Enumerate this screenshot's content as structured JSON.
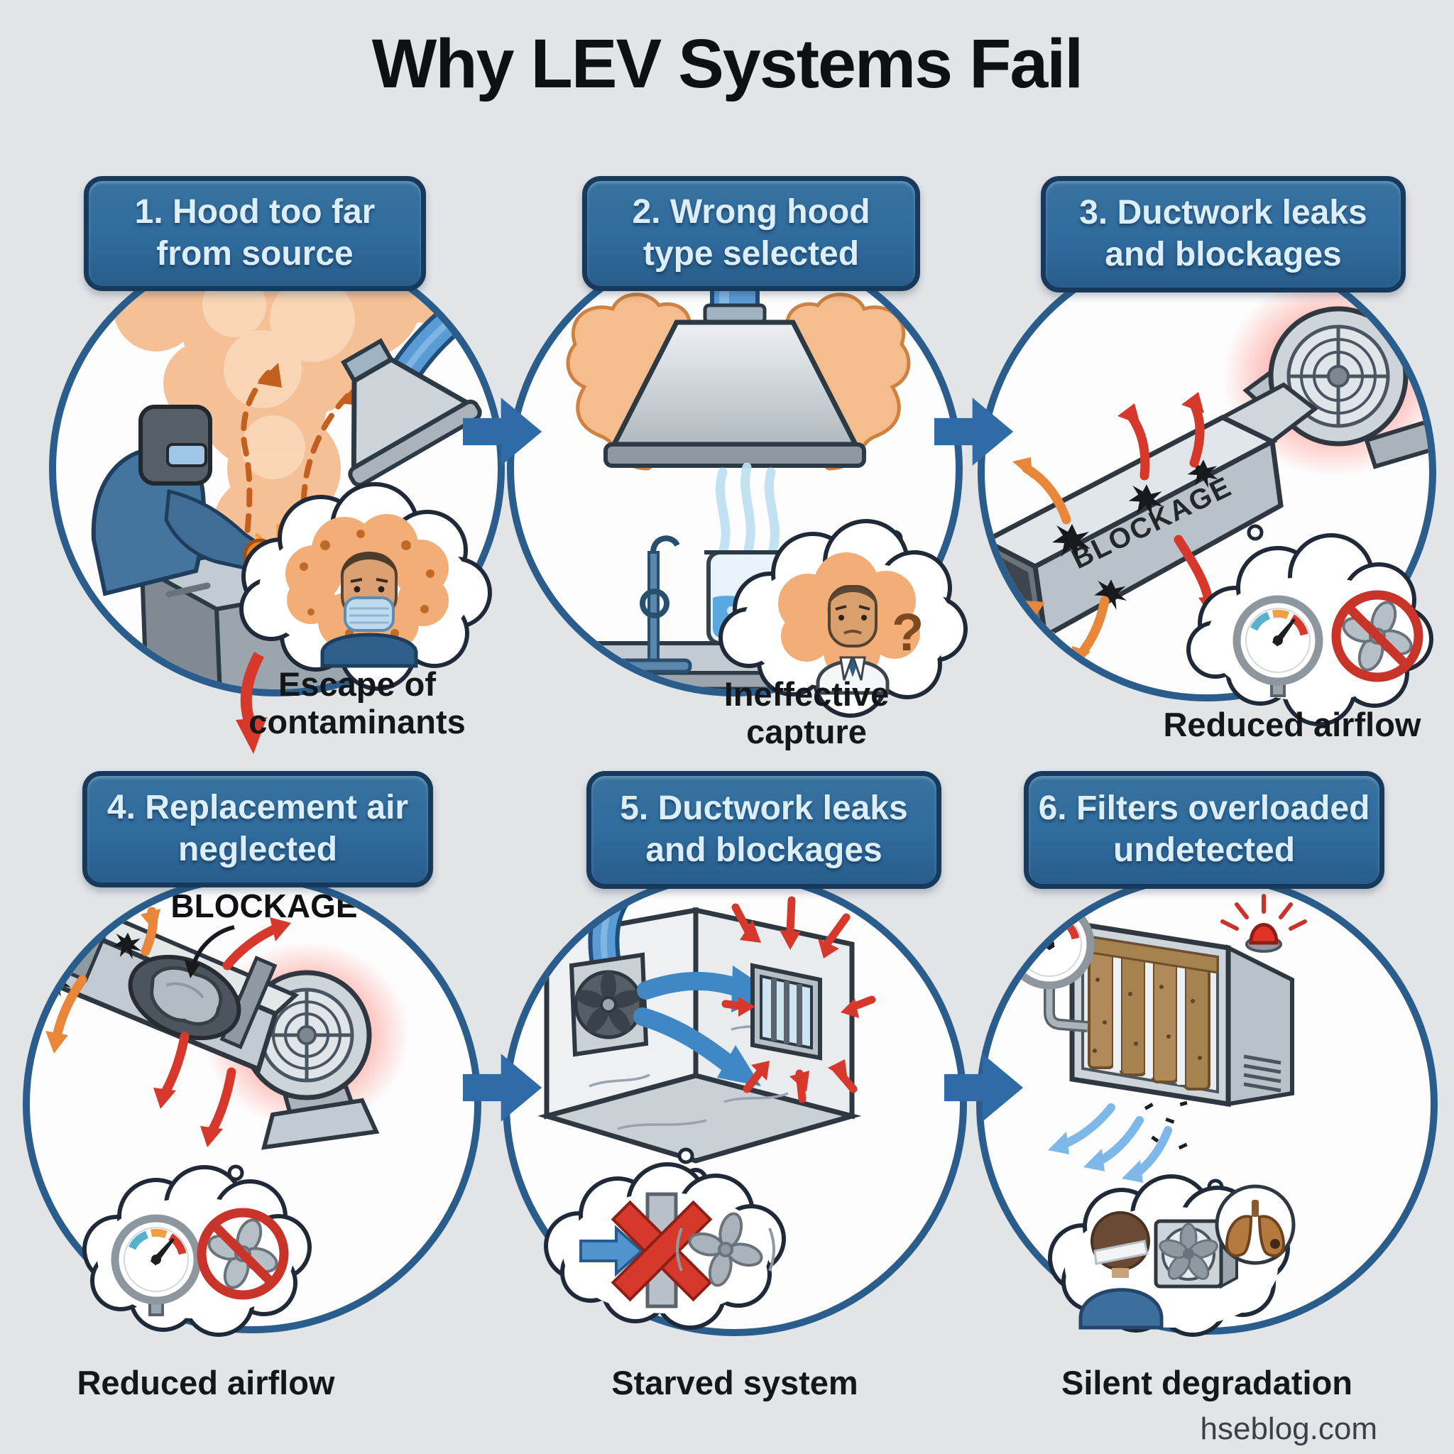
{
  "title": "Why LEV Systems Fail",
  "watermark": "hseblog.com",
  "icons": {
    "question_mark": "?"
  },
  "colors": {
    "background": "#e2e5e8",
    "title_text": "#0e1013",
    "header_fill": "#2f6b9d",
    "header_border": "#16395c",
    "header_text": "#dceefa",
    "circle_fill": "#fdfdfe",
    "circle_border": "#2b5d8c",
    "flow_arrow": "#2f6ba6",
    "caption_text": "#141619",
    "alert_red": "#d6392b",
    "warn_orange": "#e8863a",
    "fume_orange": "#f5bd8e",
    "duct_gray": "#c3cbd2",
    "watermark_text": "#3c4147"
  },
  "panels": [
    {
      "number": "1",
      "title_lines": [
        "1. Hood too far",
        "from source"
      ],
      "caption_lines": [
        "Escape of",
        "contaminants"
      ]
    },
    {
      "number": "2",
      "title_lines": [
        "2. Wrong hood",
        "type selected"
      ],
      "caption_lines": [
        "Ineffective",
        "capture"
      ]
    },
    {
      "number": "3",
      "title_lines": [
        "3. Ductwork leaks",
        "and blockages"
      ],
      "caption_lines": [
        "Reduced airflow"
      ],
      "duct_label": "BLOCKAGE"
    },
    {
      "number": "4",
      "title_lines": [
        "4. Replacement air",
        "neglected"
      ],
      "caption_lines": [
        "Reduced airflow"
      ],
      "duct_label": "BLOCKAGE"
    },
    {
      "number": "5",
      "title_lines": [
        "5. Ductwork leaks",
        "and blockages"
      ],
      "caption_lines": [
        "Starved system"
      ]
    },
    {
      "number": "6",
      "title_lines": [
        "6. Filters overloaded",
        "undetected"
      ],
      "caption_lines": [
        "Silent degradation"
      ]
    }
  ]
}
